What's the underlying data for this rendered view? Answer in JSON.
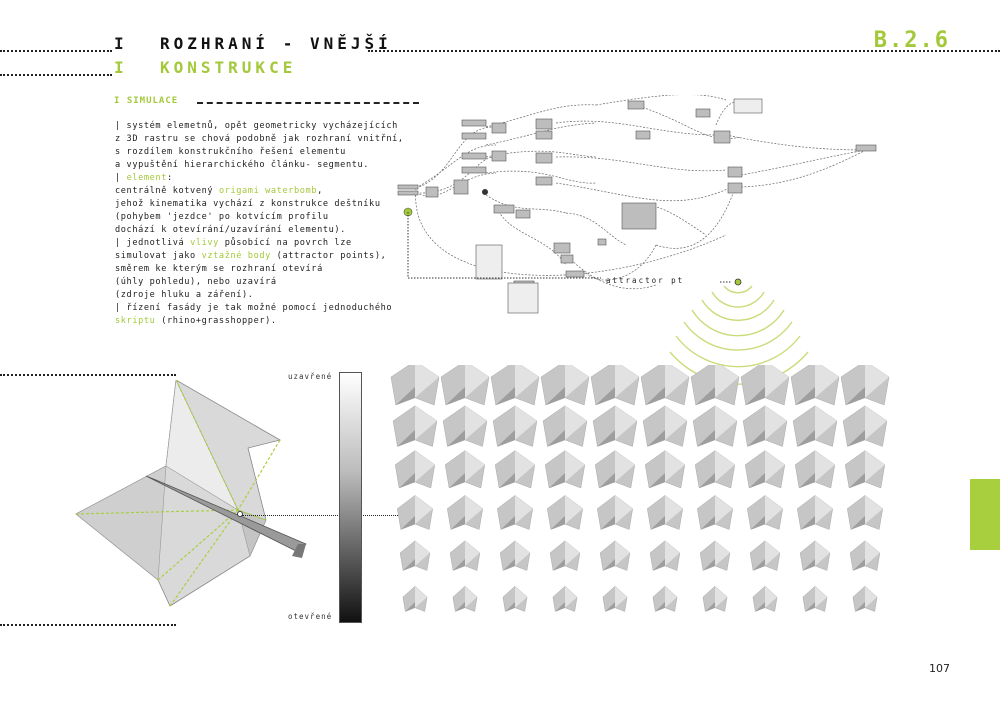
{
  "header": {
    "bar1": "I",
    "line1": "rozhraní - vnější",
    "bar2": "I",
    "line2": "konstrukce",
    "code": "B.2.6"
  },
  "section": {
    "label": "I simulace"
  },
  "body_text": [
    {
      "parts": [
        {
          "t": "| systém elemetnů, opět geometricky vycházejících"
        }
      ]
    },
    {
      "parts": [
        {
          "t": "z 3D rastru se chová podobně jak rozhraní vnitřní,"
        }
      ]
    },
    {
      "parts": [
        {
          "t": "s rozdílem konstrukčního řešení elementu"
        }
      ]
    },
    {
      "parts": [
        {
          "t": "a vypuštění hierarchického článku- segmentu."
        }
      ]
    },
    {
      "parts": [
        {
          "t": "| "
        },
        {
          "t": "element",
          "hl": true
        },
        {
          "t": ":"
        }
      ]
    },
    {
      "parts": [
        {
          "t": "centrálně kotvený "
        },
        {
          "t": "origami waterbomb",
          "hl": true
        },
        {
          "t": ","
        }
      ]
    },
    {
      "parts": [
        {
          "t": "jehož kinematika vychází z konstrukce deštníku"
        }
      ]
    },
    {
      "parts": [
        {
          "t": "(pohybem 'jezdce' po kotvícím profilu"
        }
      ]
    },
    {
      "parts": [
        {
          "t": "dochází k otevírání/uzavírání elementu)."
        }
      ]
    },
    {
      "parts": [
        {
          "t": "| jednotlivá "
        },
        {
          "t": "vlivy",
          "hl": true
        },
        {
          "t": " působící na povrch lze"
        }
      ]
    },
    {
      "parts": [
        {
          "t": "simulovat jako "
        },
        {
          "t": "vztažné body",
          "hl": true
        },
        {
          "t": " (attractor points),"
        }
      ]
    },
    {
      "parts": [
        {
          "t": "směrem ke kterým se rozhraní otevírá"
        }
      ]
    },
    {
      "parts": [
        {
          "t": "(úhly pohledu), nebo uzavírá"
        }
      ]
    },
    {
      "parts": [
        {
          "t": "(zdroje hluku a záření)."
        }
      ]
    },
    {
      "parts": [
        {
          "t": "| řízení fasády je tak možné pomocí jednoduchého"
        }
      ]
    },
    {
      "parts": [
        {
          "t": "skriptu",
          "hl": true
        },
        {
          "t": " (rhino+grasshopper)."
        }
      ]
    }
  ],
  "attractor_label": "attractor pt",
  "gradient": {
    "top_label": "uzavřené",
    "bottom_label": "otevřené"
  },
  "page_number": "107",
  "colors": {
    "accent": "#a3c93a",
    "text": "#1a1a1a"
  },
  "grid": {
    "rows": 6,
    "cols": 10,
    "row_states": [
      1.0,
      0.85,
      0.7,
      0.55,
      0.35,
      0.15
    ]
  }
}
